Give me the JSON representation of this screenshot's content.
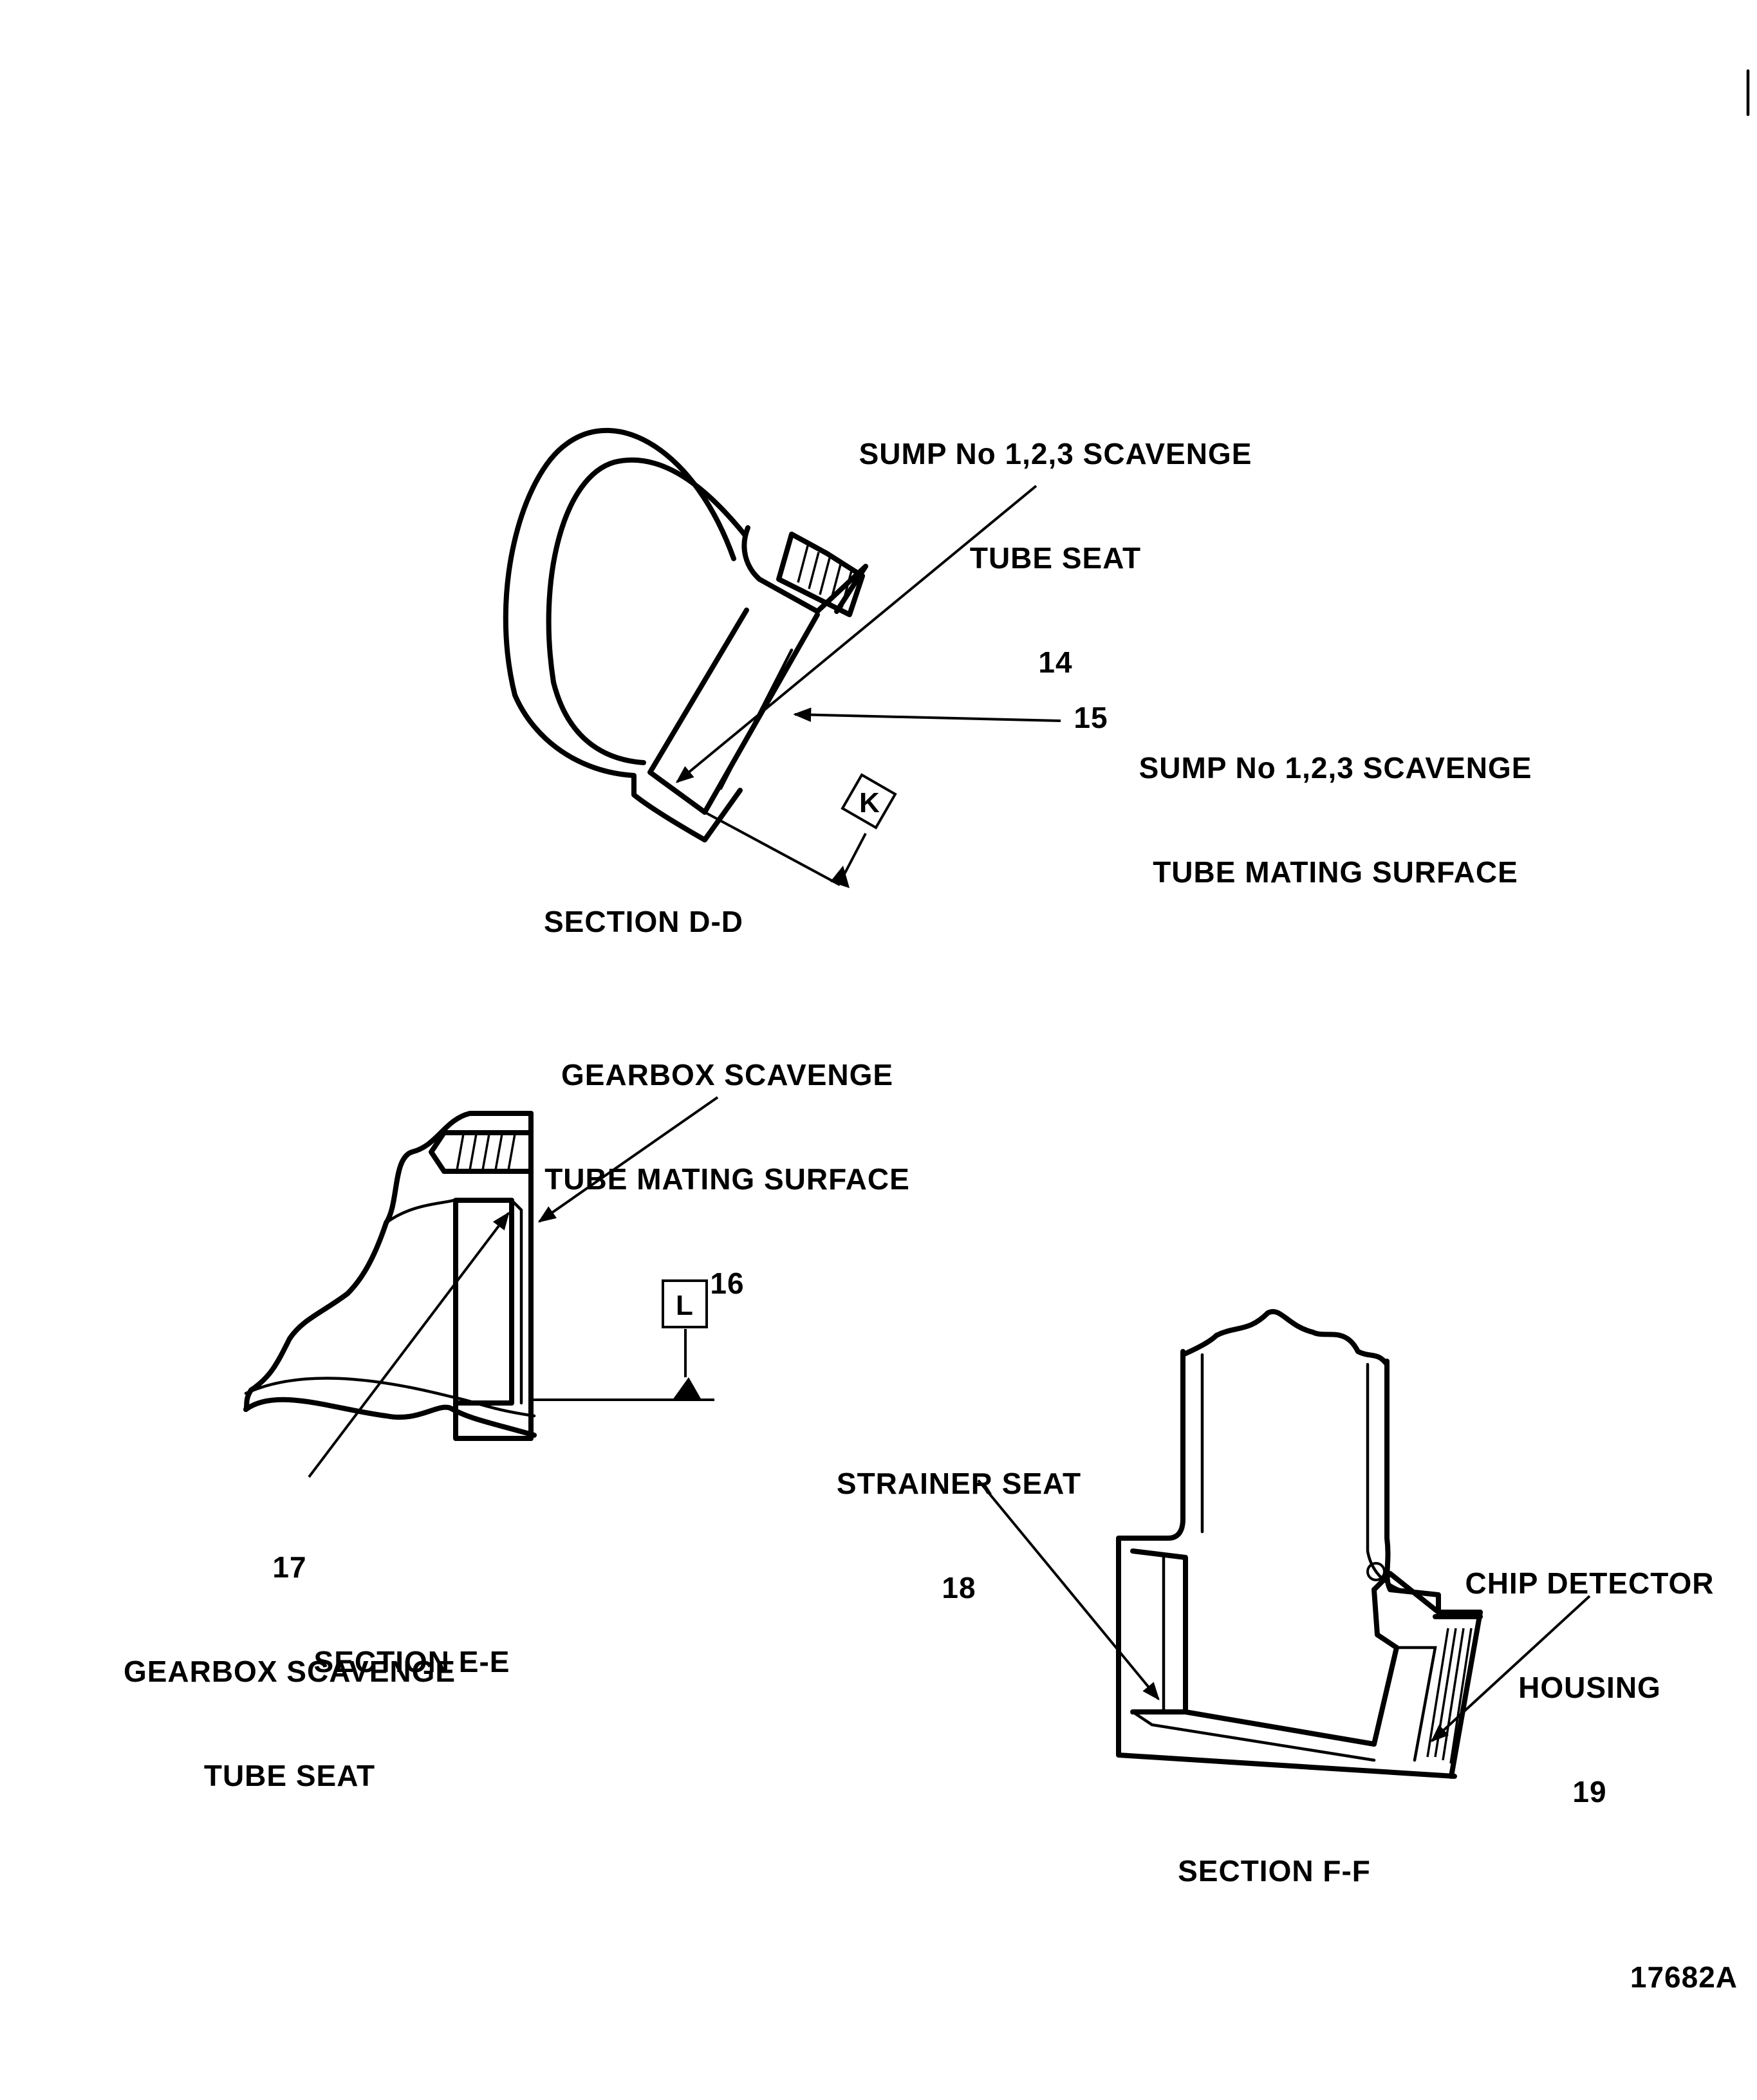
{
  "callouts": {
    "c14": {
      "lines": [
        "SUMP No 1,2,3 SCAVENGE",
        "TUBE SEAT"
      ],
      "number": "14"
    },
    "c15": {
      "number": "15",
      "lines": [
        "SUMP No 1,2,3 SCAVENGE",
        "TUBE MATING SURFACE"
      ]
    },
    "c16": {
      "lines": [
        "GEARBOX SCAVENGE",
        "TUBE MATING SURFACE"
      ],
      "number": "16"
    },
    "c17": {
      "number": "17",
      "lines": [
        "GEARBOX SCAVENGE",
        "TUBE SEAT"
      ]
    },
    "c18": {
      "lines": [
        "STRAINER SEAT"
      ],
      "number": "18"
    },
    "c19": {
      "lines": [
        "CHIP DETECTOR",
        "HOUSING"
      ],
      "number": "19"
    }
  },
  "datums": {
    "k": "K",
    "l": "L"
  },
  "sections": {
    "dd": "SECTION D-D",
    "ee": "SECTION E-E",
    "ff": "SECTION F-F"
  },
  "figure_id": "17682A"
}
